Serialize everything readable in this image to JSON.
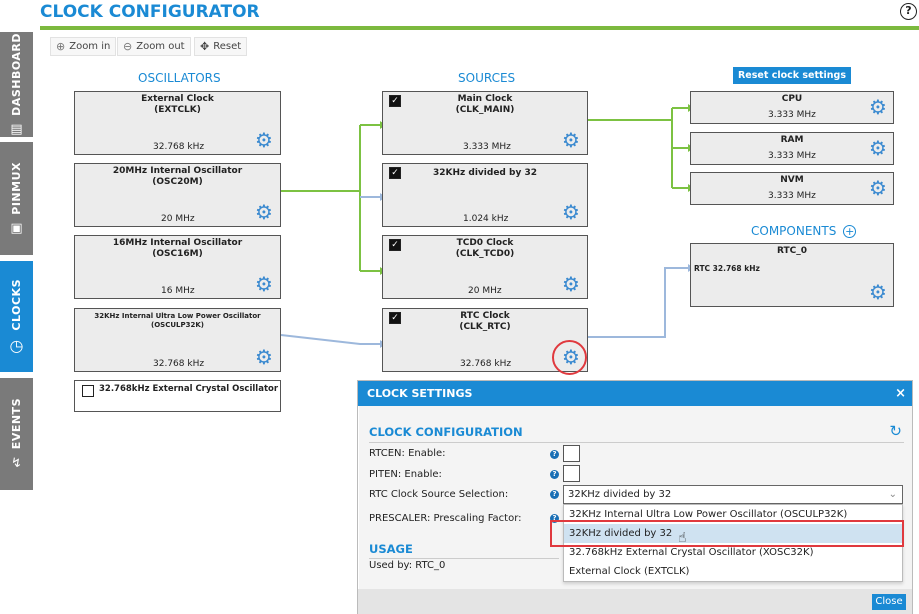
{
  "app": {
    "title": "CLOCK CONFIGURATOR",
    "help_glyph": "?"
  },
  "sidenav": [
    {
      "label": "DASHBOARD",
      "icon": "dashboard-icon",
      "active": false
    },
    {
      "label": "PINMUX",
      "icon": "chip-icon",
      "active": false
    },
    {
      "label": "CLOCKS",
      "icon": "clock-icon",
      "active": true
    },
    {
      "label": "EVENTS",
      "icon": "lightning-icon",
      "active": false
    }
  ],
  "toolbar": {
    "zoom_in": "Zoom in",
    "zoom_out": "Zoom out",
    "reset": "Reset"
  },
  "columns": {
    "oscillators": "OSCILLATORS",
    "sources": "SOURCES",
    "components": "COMPONENTS"
  },
  "reset_clock_settings": "Reset clock settings",
  "oscillators": [
    {
      "title": "External Clock",
      "sub": "(EXTCLK)",
      "value": "32.768 kHz"
    },
    {
      "title": "20MHz Internal Oscillator",
      "sub": "(OSC20M)",
      "value": "20 MHz"
    },
    {
      "title": "16MHz Internal Oscillator",
      "sub": "(OSC16M)",
      "value": "16 MHz"
    },
    {
      "title": "32KHz Internal Ultra Low Power Oscillator",
      "sub": "(OSCULP32K)",
      "value": "32.768 kHz"
    }
  ],
  "ext_crystal": {
    "label": "32.768kHz External Crystal Oscillator",
    "checked": false
  },
  "sources": [
    {
      "title": "Main Clock",
      "sub": "(CLK_MAIN)",
      "value": "3.333 MHz",
      "checked": true
    },
    {
      "title": "32KHz divided by 32",
      "sub": "",
      "value": "1.024 kHz",
      "checked": true
    },
    {
      "title": "TCD0 Clock",
      "sub": "(CLK_TCD0)",
      "value": "20 MHz",
      "checked": true
    },
    {
      "title": "RTC Clock",
      "sub": "(CLK_RTC)",
      "value": "32.768 kHz",
      "checked": true
    }
  ],
  "outputs": [
    {
      "title": "CPU",
      "value": "3.333 MHz"
    },
    {
      "title": "RAM",
      "value": "3.333 MHz"
    },
    {
      "title": "NVM",
      "value": "3.333 MHz"
    }
  ],
  "component": {
    "title": "RTC_0",
    "note": "RTC 32.768 kHz"
  },
  "dialog": {
    "title": "CLOCK SETTINGS",
    "close_glyph": "×",
    "section_config": "CLOCK CONFIGURATION",
    "rtcen_label": "RTCEN: Enable:",
    "piten_label": "PITEN: Enable:",
    "source_label": "RTC Clock Source Selection:",
    "source_value": "32KHz divided by 32",
    "prescaler_label": "PRESCALER: Prescaling Factor:",
    "section_usage": "USAGE",
    "used_by": "Used by: RTC_0",
    "close_button": "Close",
    "options": [
      "32KHz Internal Ultra Low Power Oscillator (OSCULP32K)",
      "32KHz divided by 32",
      "32.768kHz External Crystal Oscillator (XOSC32K)",
      "External Clock (EXTCLK)"
    ],
    "selected_option": "32KHz divided by 32"
  },
  "colors": {
    "accent": "#1a8ad4",
    "green_wire": "#7cc242",
    "blue_wire": "#9db8dc",
    "highlight": "#e0393e"
  }
}
